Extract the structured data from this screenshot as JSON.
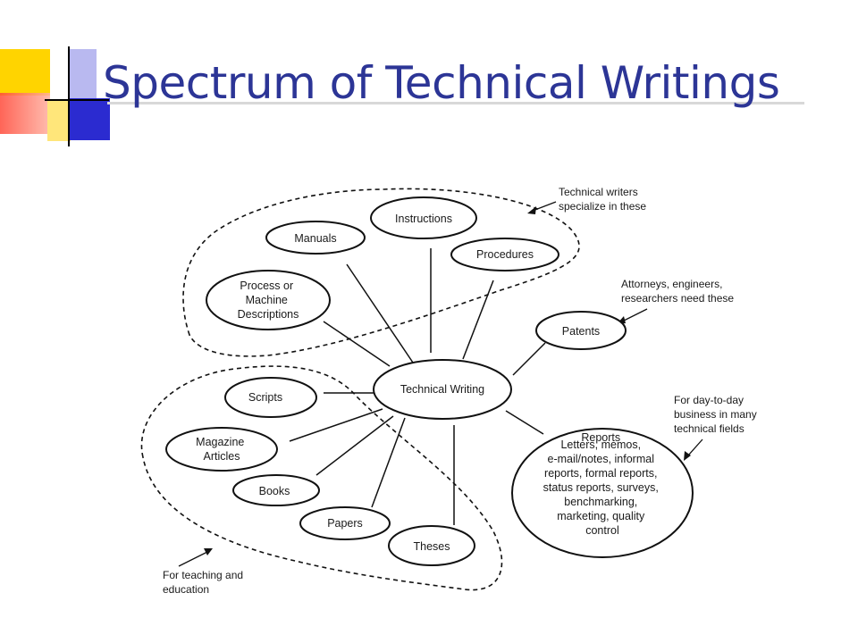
{
  "slide": {
    "title": "Spectrum of Technical Writings"
  },
  "diagram": {
    "center": "Technical Writing",
    "nodes": {
      "instructions": [
        "Instructions"
      ],
      "manuals": [
        "Manuals"
      ],
      "procedures": [
        "Procedures"
      ],
      "process": [
        "Process or",
        "Machine",
        "Descriptions"
      ],
      "patents": [
        "Patents"
      ],
      "scripts": [
        "Scripts"
      ],
      "magazine": [
        "Magazine",
        "Articles"
      ],
      "books": [
        "Books"
      ],
      "papers": [
        "Papers"
      ],
      "theses": [
        "Theses"
      ],
      "reports": [
        "Reports",
        "",
        "Letters, memos,",
        "e-mail/notes, informal",
        "reports, formal reports,",
        "status reports, surveys,",
        "benchmarking,",
        "marketing, quality",
        "control"
      ]
    },
    "annotations": {
      "specialize": [
        "Technical writers",
        "specialize in these"
      ],
      "attorneys": [
        "Attorneys, engineers,",
        "researchers need these"
      ],
      "daytoday": [
        "For day-to-day",
        "business in many",
        "technical fields"
      ],
      "teaching": [
        "For teaching and",
        "education"
      ]
    }
  }
}
